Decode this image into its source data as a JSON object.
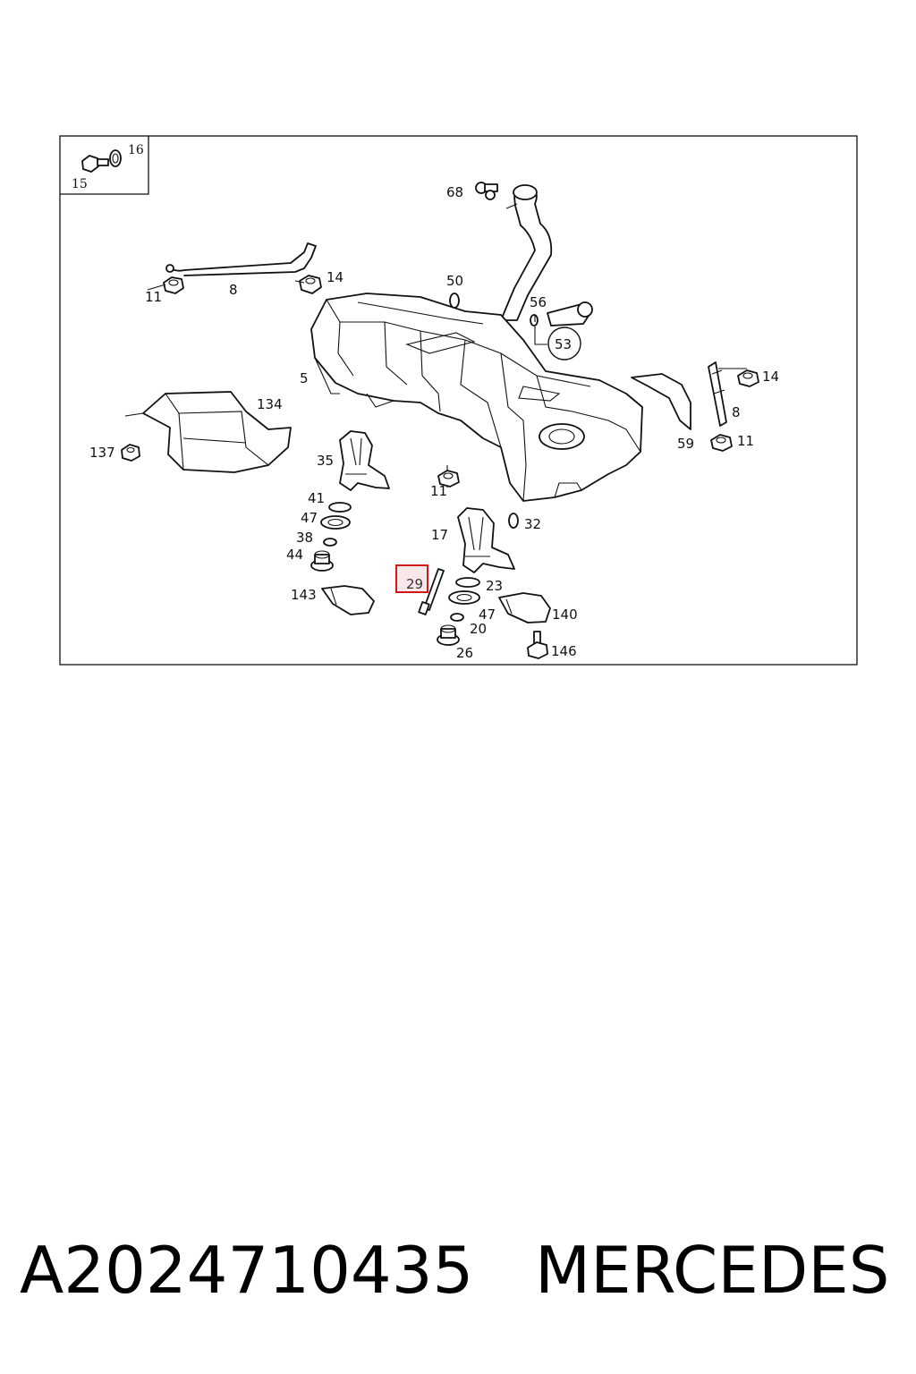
{
  "diagram": {
    "labels": {
      "l15": "15",
      "l16": "16",
      "l68": "68",
      "l11a": "11",
      "l8a": "8",
      "l14a": "14",
      "l50": "50",
      "l56": "56",
      "l53": "53",
      "l5": "5",
      "l134": "134",
      "l137": "137",
      "l35": "35",
      "l11b": "11",
      "l14b": "14",
      "l8b": "8",
      "l59": "59",
      "l11c": "11",
      "l41": "41",
      "l47a": "47",
      "l38": "38",
      "l44": "44",
      "l143": "143",
      "l17": "17",
      "l32": "32",
      "l23": "23",
      "l47b": "47",
      "l20": "20",
      "l140": "140",
      "l26": "26",
      "l146": "146"
    },
    "highlighted": {
      "label": "29"
    }
  },
  "caption": {
    "part_number": "A2024710435",
    "brand": "MERCEDES"
  }
}
